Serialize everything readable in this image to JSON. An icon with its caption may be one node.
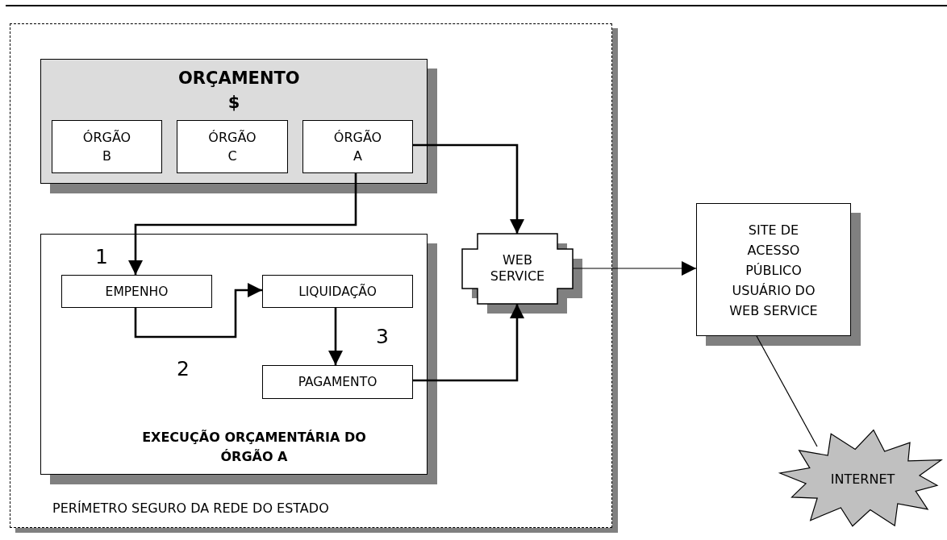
{
  "diagram": {
    "nodes": [
      {
        "text": [
          "PERÍMETRO SEGURO DA REDE DO ESTADO"
        ]
      },
      {
        "text": [
          "ORÇAMENTO $"
        ],
        "in": 0
      },
      {
        "text": [
          "ÓRGÃO B"
        ],
        "in": 1
      },
      {
        "text": [
          "ÓRGÃO C"
        ],
        "in": 1
      },
      {
        "text": [
          "ÓRGÃO A"
        ],
        "in": 1
      },
      {
        "text": [
          "EXECUÇÃO ORÇAMENTÁRIA DO ÓRGÃO A"
        ],
        "in": 0
      },
      {
        "text": [
          "EMPENHO"
        ],
        "in": 5
      },
      {
        "text": [
          "LIQUIDAÇÃO"
        ],
        "in": 5
      },
      {
        "text": [
          "PAGAMENTO"
        ],
        "in": 5
      },
      {
        "text": [
          "WEB SERVICE"
        ],
        "in": 0
      },
      {
        "text": [
          "SITE DE ACESSO PÚBLICO USUÁRIO DO WEB SERVICE"
        ]
      },
      {
        "text": [
          "INTERNET"
        ]
      }
    ],
    "edges": [
      {
        "from": 4,
        "to": 6,
        "arrow": "to"
      },
      {
        "from": 4,
        "to": 9,
        "arrow": "to"
      },
      {
        "from": 6,
        "to": 7,
        "arrow": "to"
      },
      {
        "from": 7,
        "to": 8,
        "arrow": "to"
      },
      {
        "from": 8,
        "to": 9,
        "arrow": "to"
      },
      {
        "from": 9,
        "to": 10,
        "arrow": "to"
      },
      {
        "from": 10,
        "to": 11,
        "arrow": "none"
      }
    ],
    "labels": [
      "1",
      "3",
      "2"
    ]
  }
}
